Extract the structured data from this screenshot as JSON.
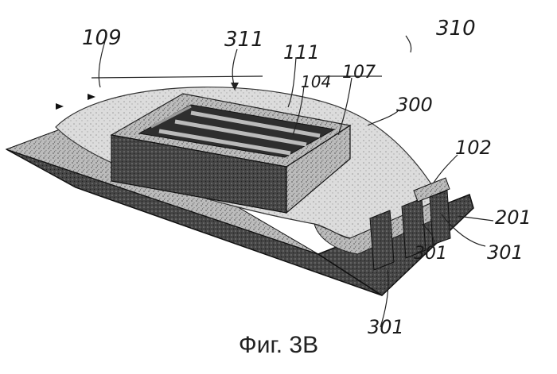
{
  "figure": {
    "caption": "Фиг. 3В",
    "labels": {
      "l310": "310",
      "l109": "109",
      "l311": "311",
      "l111": "111",
      "l104": "104",
      "l107": "107",
      "l300": "300",
      "l102": "102",
      "l201": "201",
      "l301a": "301",
      "l301b": "301",
      "l301c": "301"
    }
  }
}
